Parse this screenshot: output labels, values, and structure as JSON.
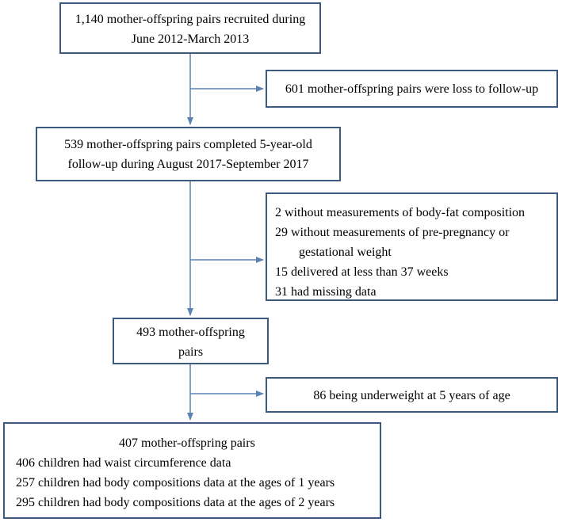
{
  "boxes": {
    "recruited": {
      "lines": [
        "1,140 mother-offspring pairs recruited during",
        "June 2012-March 2013"
      ]
    },
    "lost_followup": {
      "lines": [
        "601 mother-offspring pairs were loss to follow-up"
      ]
    },
    "completed": {
      "lines": [
        "539 mother-offspring pairs completed 5-year-old",
        "follow-up during August 2017-September 2017"
      ]
    },
    "exclusions": {
      "lines": [
        "2 without measurements of body-fat composition",
        "29 without measurements of pre-pregnancy or",
        "gestational weight",
        "15 delivered at less than 37 weeks",
        "31 had missing data"
      ]
    },
    "pairs_493": {
      "lines": [
        "493 mother-offspring",
        "pairs"
      ]
    },
    "underweight": {
      "lines": [
        "86 being underweight at 5 years of age"
      ]
    },
    "final": {
      "title": "407 mother-offspring pairs",
      "lines": [
        "406 children had waist circumference data",
        "257 children had body compositions data at the ages of 1 years",
        "295 children had body compositions data at the ages of 2 years"
      ]
    }
  },
  "colors": {
    "box_border": "#3c5a7e",
    "arrow": "#5b83b6"
  }
}
